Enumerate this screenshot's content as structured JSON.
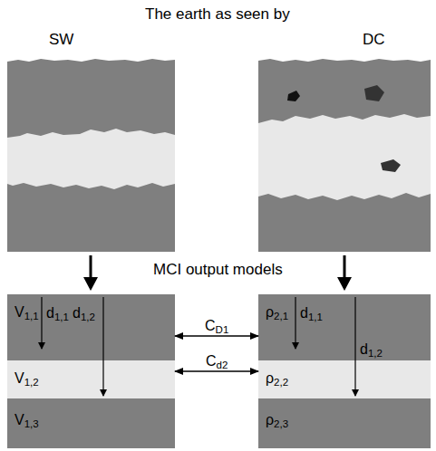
{
  "diagram": {
    "title": "The earth as seen by",
    "nodes": [
      {
        "text": [
          "V1,1"
        ]
      },
      {
        "text": [
          "V1,2"
        ]
      },
      {
        "text": [
          "V1,3"
        ]
      },
      {
        "text": [
          "ρ2,1"
        ]
      },
      {
        "text": [
          "ρ2,2"
        ]
      },
      {
        "text": [
          "ρ2,3"
        ]
      }
    ],
    "edges": [
      {
        "from": 0,
        "to": 3,
        "label": "CD1",
        "arrow": "both"
      },
      {
        "from": 1,
        "to": 4,
        "label": "Cd2",
        "arrow": "both"
      }
    ],
    "labels": [
      "SW",
      "DC",
      "MCI output models",
      "d1,1",
      "d1,2",
      "d1,1",
      "d1,2"
    ]
  }
}
